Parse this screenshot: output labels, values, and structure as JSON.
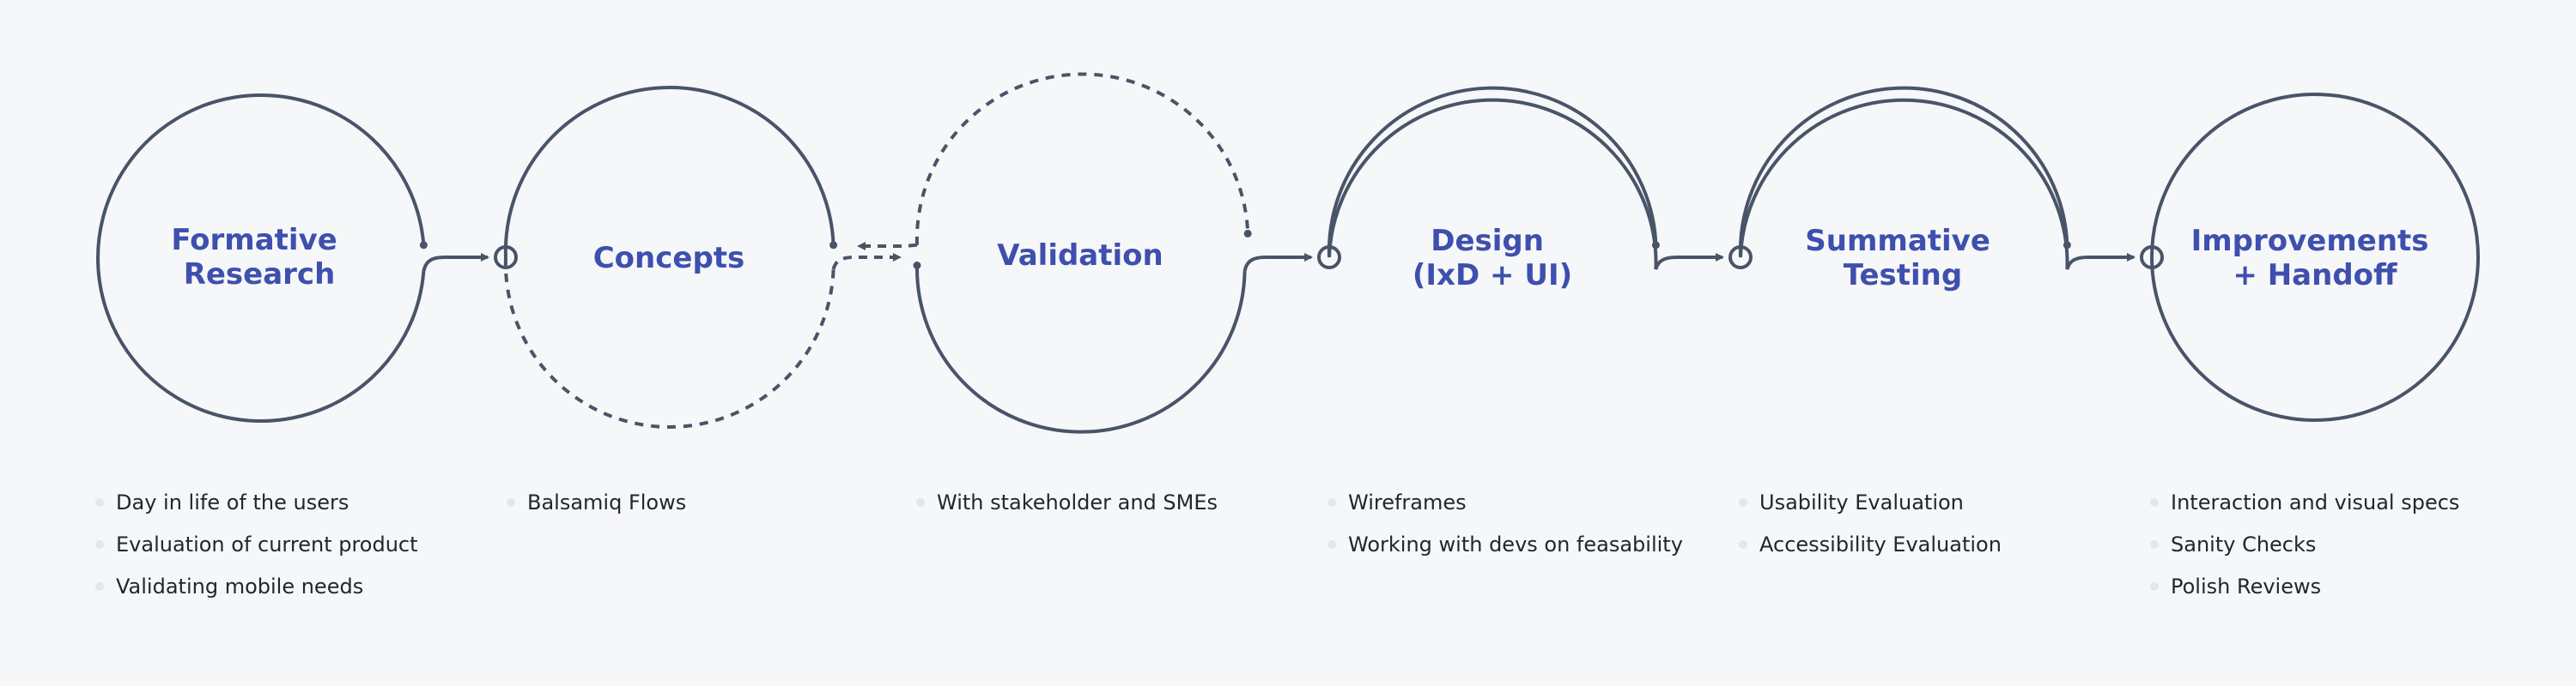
{
  "stages": [
    {
      "title_lines": [
        "Formative",
        "Research"
      ],
      "items": [
        "Day in life of the users",
        "Evaluation of current product",
        "Validating mobile needs"
      ]
    },
    {
      "title_lines": [
        "Concepts"
      ],
      "items": [
        "Balsamiq Flows"
      ]
    },
    {
      "title_lines": [
        "Validation"
      ],
      "items": [
        "With stakeholder and SMEs"
      ]
    },
    {
      "title_lines": [
        "Design",
        "(IxD + UI)"
      ],
      "items": [
        "Wireframes",
        "Working with devs on feasability"
      ]
    },
    {
      "title_lines": [
        "Summative",
        "Testing"
      ],
      "items": [
        "Usability Evaluation",
        "Accessibility Evaluation"
      ]
    },
    {
      "title_lines": [
        "Improvements",
        "+ Handoff"
      ],
      "items": [
        "Interaction and visual specs",
        "Sanity Checks",
        "Polish Reviews"
      ]
    }
  ],
  "colors": {
    "stroke": "#4a5468",
    "title": "#3f4fae",
    "text": "#23262b",
    "bullet": "#e3e6ea",
    "background": "#f5f7f9"
  }
}
